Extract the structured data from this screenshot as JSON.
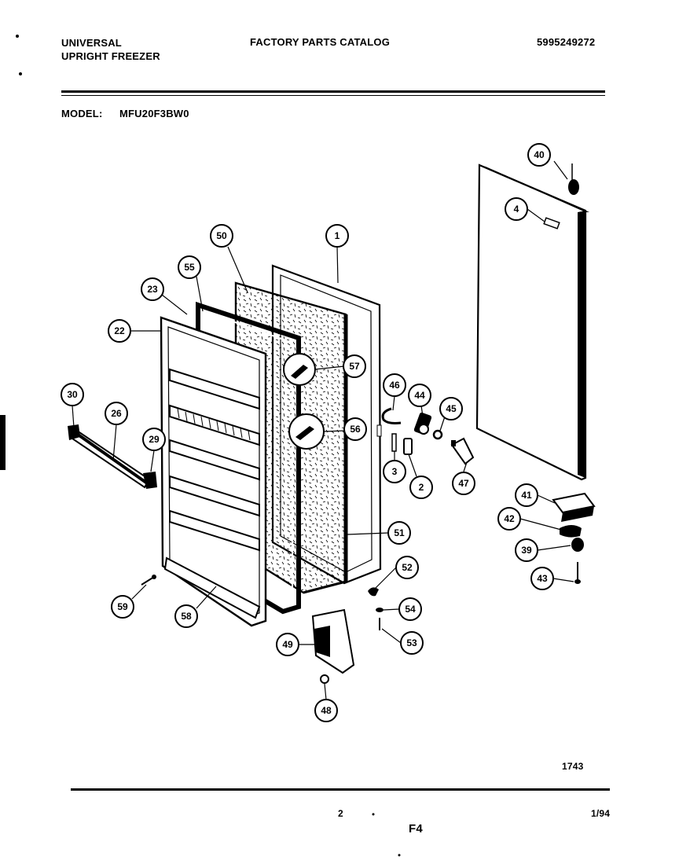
{
  "header": {
    "brand_line1": "UNIVERSAL",
    "brand_line2": "UPRIGHT FREEZER",
    "catalog_title": "FACTORY PARTS CATALOG",
    "catalog_number": "5995249272"
  },
  "model": {
    "label": "MODEL:",
    "value": "MFU20F3BW0"
  },
  "footer": {
    "drawing_code": "1743",
    "page_number": "2",
    "date_code": "1/94",
    "figure_code": "F4"
  },
  "callouts": [
    "40",
    "4",
    "50",
    "1",
    "55",
    "23",
    "22",
    "57",
    "46",
    "44",
    "45",
    "30",
    "26",
    "29",
    "56",
    "3",
    "2",
    "47",
    "41",
    "42",
    "39",
    "43",
    "51",
    "52",
    "54",
    "53",
    "59",
    "58",
    "49",
    "48"
  ]
}
